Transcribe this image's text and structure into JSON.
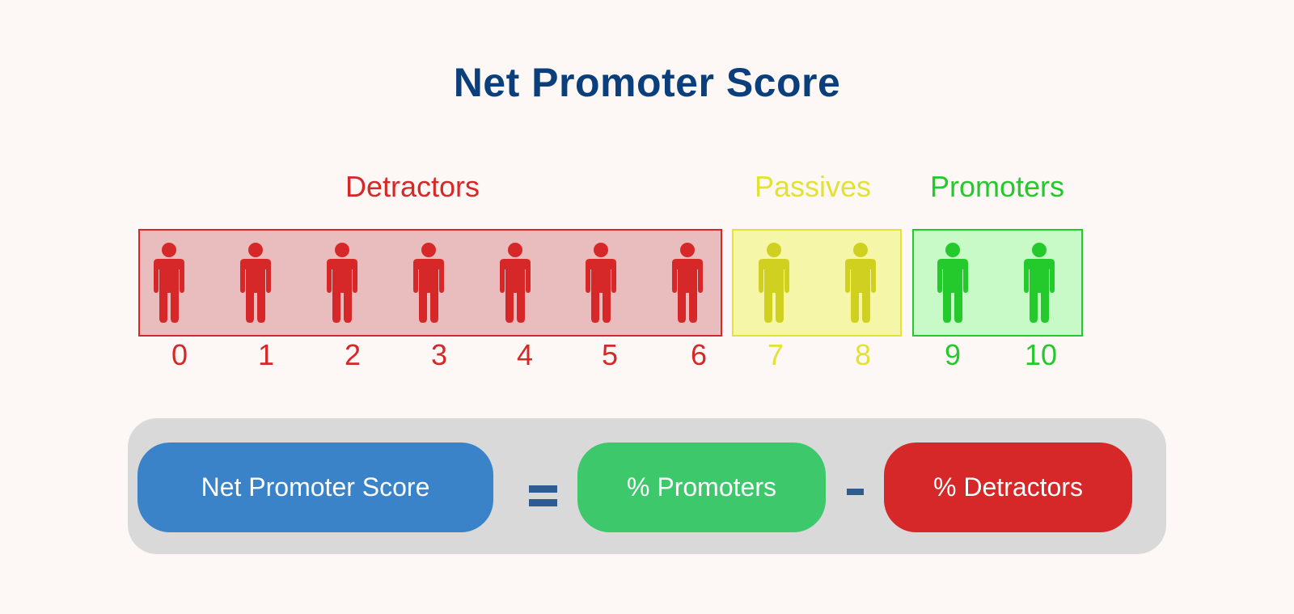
{
  "title": "Net Promoter Score",
  "colors": {
    "background": "#fdf8f6",
    "title": "#0b3f7c",
    "detractor": "#d62828",
    "detractor_fill": "#e9bdbd",
    "passive_text": "#e2e232",
    "passive_icon": "#d0d020",
    "passive_fill": "#f6f6a8",
    "promoter": "#24c92c",
    "promoter_fill": "#c8fac8",
    "formula_bg": "#d9d9d9",
    "nps_pill": "#3a83c9",
    "promoters_pill": "#3dc86c",
    "detractors_pill": "#d62828",
    "operator": "#2e5c91"
  },
  "groups": [
    {
      "label": "Detractors",
      "scores": [
        "0",
        "1",
        "2",
        "3",
        "4",
        "5",
        "6"
      ]
    },
    {
      "label": "Passives",
      "scores": [
        "7",
        "8"
      ]
    },
    {
      "label": "Promoters",
      "scores": [
        "9",
        "10"
      ]
    }
  ],
  "formula": {
    "result": "Net Promoter Score",
    "equals": "=",
    "term1": "% Promoters",
    "minus": "-",
    "term2": "% Detractors"
  },
  "icon": "person-icon"
}
